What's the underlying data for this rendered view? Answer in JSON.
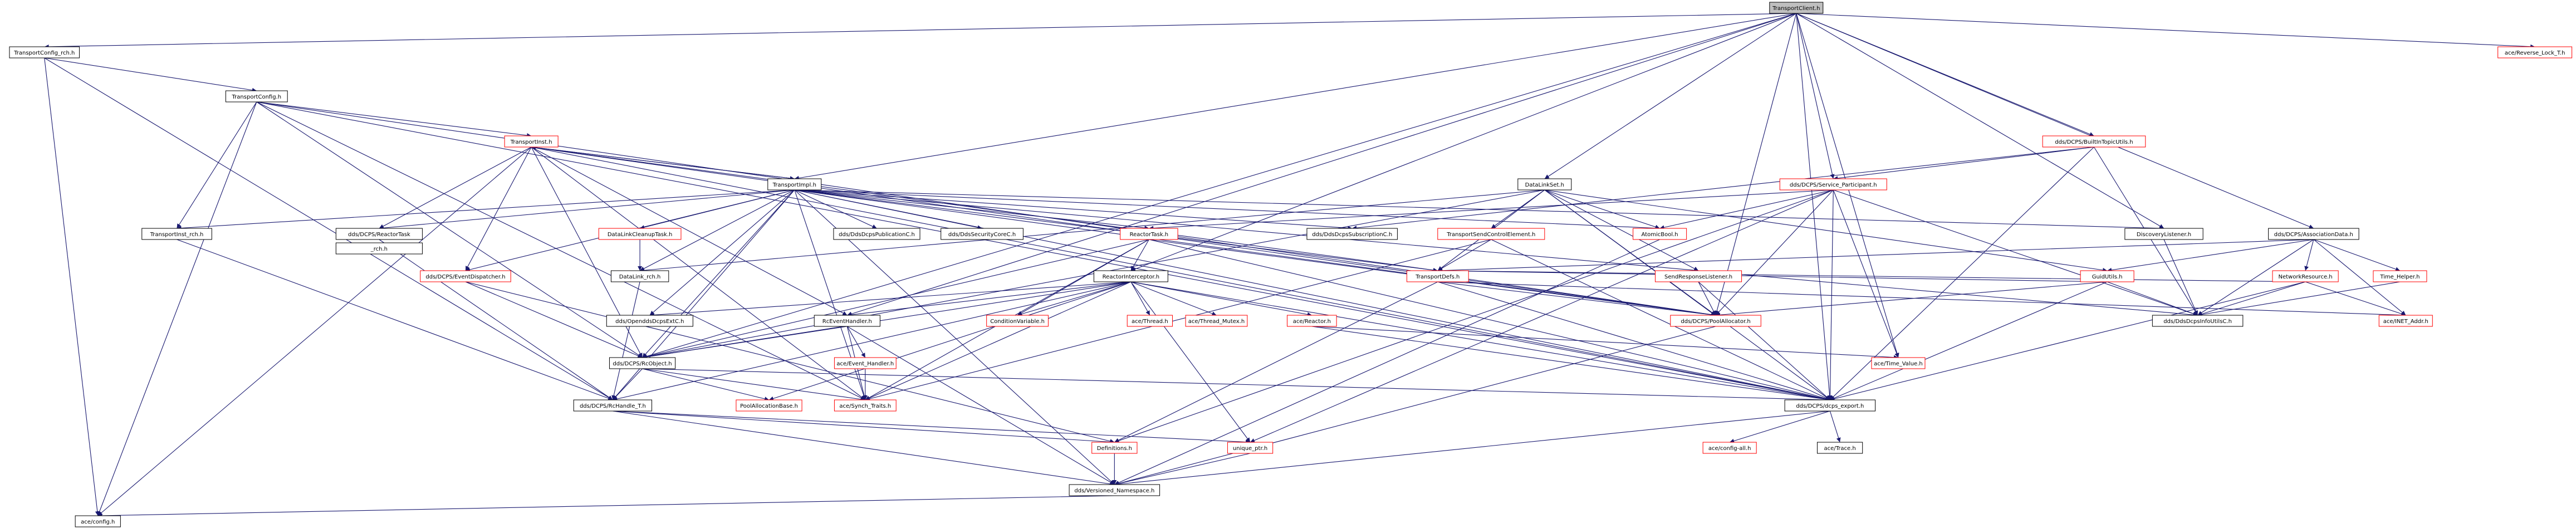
{
  "colors": {
    "edge": "#191970",
    "node_border": "#000000",
    "missing_border": "#ff0000",
    "root_fill": "#bfbfbf",
    "node_fill": "#ffffff"
  },
  "nodes": [
    {
      "id": "root",
      "label": "TransportClient.h",
      "kind": "root"
    },
    {
      "id": "tcfg_rch",
      "label": "TransportConfig_rch.h",
      "kind": "normal"
    },
    {
      "id": "tcfg",
      "label": "TransportConfig.h",
      "kind": "normal"
    },
    {
      "id": "tinst",
      "label": "TransportInst.h",
      "kind": "red"
    },
    {
      "id": "timpl",
      "label": "TransportImpl.h",
      "kind": "normal"
    },
    {
      "id": "tinst_rch",
      "label": "TransportInst_rch.h",
      "kind": "normal"
    },
    {
      "id": "rtask_rch_a",
      "label": "dds/DCPS/ReactorTask",
      "kind": "normal"
    },
    {
      "id": "rtask_rch_b",
      "label": "_rch.h",
      "kind": "normal"
    },
    {
      "id": "evdisp",
      "label": "dds/DCPS/EventDispatcher.h",
      "kind": "red"
    },
    {
      "id": "dlcleanup",
      "label": "DataLinkCleanupTask.h",
      "kind": "red"
    },
    {
      "id": "dl_rch",
      "label": "DataLink_rch.h",
      "kind": "normal"
    },
    {
      "id": "dcpspub",
      "label": "dds/DdsDcpsPublicationC.h",
      "kind": "normal"
    },
    {
      "id": "dcpssec",
      "label": "dds/DdsSecurityCoreC.h",
      "kind": "normal"
    },
    {
      "id": "dcpssub",
      "label": "dds/DdsDcpsSubscriptionC.h",
      "kind": "normal"
    },
    {
      "id": "rtask",
      "label": "ReactorTask.h",
      "kind": "red"
    },
    {
      "id": "rinter",
      "label": "ReactorInterceptor.h",
      "kind": "normal"
    },
    {
      "id": "openddsext",
      "label": "dds/OpenddsDcpsExtC.h",
      "kind": "normal"
    },
    {
      "id": "rcevent",
      "label": "RcEventHandler.h",
      "kind": "normal"
    },
    {
      "id": "rcobject",
      "label": "dds/DCPS/RcObject.h",
      "kind": "normal"
    },
    {
      "id": "rchandle",
      "label": "dds/DCPS/RcHandle_T.h",
      "kind": "normal"
    },
    {
      "id": "poolbase",
      "label": "PoolAllocationBase.h",
      "kind": "red"
    },
    {
      "id": "condvar",
      "label": "ConditionVariable.h",
      "kind": "red"
    },
    {
      "id": "acethread",
      "label": "ace/Thread.h",
      "kind": "red"
    },
    {
      "id": "acemutex",
      "label": "ace/Thread_Mutex.h",
      "kind": "red"
    },
    {
      "id": "acereactor",
      "label": "ace/Reactor.h",
      "kind": "red"
    },
    {
      "id": "aceevent",
      "label": "ace/Event_Handler.h",
      "kind": "red"
    },
    {
      "id": "acesynch",
      "label": "ace/Synch_Traits.h",
      "kind": "red"
    },
    {
      "id": "defs",
      "label": "Definitions.h",
      "kind": "red"
    },
    {
      "id": "uniqueptr",
      "label": "unique_ptr.h",
      "kind": "red"
    },
    {
      "id": "versioned",
      "label": "dds/Versioned_Namespace.h",
      "kind": "normal"
    },
    {
      "id": "aceconfig",
      "label": "ace/config.h",
      "kind": "normal"
    },
    {
      "id": "datalinkset",
      "label": "DataLinkSet.h",
      "kind": "normal"
    },
    {
      "id": "tsendctrl",
      "label": "TransportSendControlElement.h",
      "kind": "red"
    },
    {
      "id": "atomicbool",
      "label": "AtomicBool.h",
      "kind": "red"
    },
    {
      "id": "sendresp",
      "label": "SendResponseListener.h",
      "kind": "red"
    },
    {
      "id": "tdefs",
      "label": "TransportDefs.h",
      "kind": "red"
    },
    {
      "id": "poolalloc",
      "label": "dds/DCPS/PoolAllocator.h",
      "kind": "red"
    },
    {
      "id": "svcpart",
      "label": "dds/DCPS/Service_Participant.h",
      "kind": "red"
    },
    {
      "id": "builtin",
      "label": "dds/DCPS/BuiltInTopicUtils.h",
      "kind": "red"
    },
    {
      "id": "disclistener",
      "label": "DiscoveryListener.h",
      "kind": "normal"
    },
    {
      "id": "assocdata",
      "label": "dds/DCPS/AssociationData.h",
      "kind": "normal"
    },
    {
      "id": "guidutils",
      "label": "GuidUtils.h",
      "kind": "red"
    },
    {
      "id": "netres",
      "label": "NetworkResource.h",
      "kind": "red"
    },
    {
      "id": "timehelper",
      "label": "Time_Helper.h",
      "kind": "red"
    },
    {
      "id": "dcpsinfoutils",
      "label": "dds/DdsDcpsInfoUtilsC.h",
      "kind": "normal"
    },
    {
      "id": "inetaddr",
      "label": "ace/INET_Addr.h",
      "kind": "red"
    },
    {
      "id": "timevalue",
      "label": "ace/Time_Value.h",
      "kind": "red"
    },
    {
      "id": "dcpsexport",
      "label": "dds/DCPS/dcps_export.h",
      "kind": "normal"
    },
    {
      "id": "acecfgall",
      "label": "ace/config-all.h",
      "kind": "red"
    },
    {
      "id": "acetrace",
      "label": "ace/Trace.h",
      "kind": "normal"
    },
    {
      "id": "reverselock",
      "label": "ace/Reverse_Lock_T.h",
      "kind": "red"
    }
  ],
  "edges": [
    [
      "root",
      "tcfg_rch"
    ],
    [
      "root",
      "timpl"
    ],
    [
      "root",
      "datalinkset"
    ],
    [
      "root",
      "svcpart"
    ],
    [
      "root",
      "builtin"
    ],
    [
      "root",
      "disclistener"
    ],
    [
      "root",
      "assocdata"
    ],
    [
      "root",
      "reverselock"
    ],
    [
      "root",
      "rinter"
    ],
    [
      "root",
      "poolalloc"
    ],
    [
      "root",
      "dcpsexport"
    ],
    [
      "root",
      "timevalue"
    ],
    [
      "root",
      "rcevent"
    ],
    [
      "root",
      "rcobject"
    ],
    [
      "tcfg_rch",
      "tcfg"
    ],
    [
      "tcfg_rch",
      "rchandle"
    ],
    [
      "tcfg_rch",
      "aceconfig"
    ],
    [
      "tcfg",
      "tinst"
    ],
    [
      "tcfg",
      "tinst_rch"
    ],
    [
      "tcfg",
      "rcobject"
    ],
    [
      "tcfg",
      "poolalloc"
    ],
    [
      "tcfg",
      "aceconfig"
    ],
    [
      "tcfg",
      "dcpsexport"
    ],
    [
      "tcfg",
      "acesynch"
    ],
    [
      "tinst",
      "timpl"
    ],
    [
      "tinst",
      "rtask_rch_a"
    ],
    [
      "tinst",
      "evdisp"
    ],
    [
      "tinst",
      "rcobject"
    ],
    [
      "tinst",
      "rcevent"
    ],
    [
      "tinst",
      "poolalloc"
    ],
    [
      "tinst",
      "aceconfig"
    ],
    [
      "tinst",
      "dcpsexport"
    ],
    [
      "tinst",
      "tdefs"
    ],
    [
      "tinst",
      "acesynch"
    ],
    [
      "timpl",
      "tinst"
    ],
    [
      "timpl",
      "tinst_rch"
    ],
    [
      "timpl",
      "rtask_rch_a"
    ],
    [
      "timpl",
      "evdisp"
    ],
    [
      "timpl",
      "dlcleanup"
    ],
    [
      "timpl",
      "dl_rch"
    ],
    [
      "timpl",
      "dcpspub"
    ],
    [
      "timpl",
      "dcpssec"
    ],
    [
      "timpl",
      "dcpssub"
    ],
    [
      "timpl",
      "rtask"
    ],
    [
      "timpl",
      "openddsext"
    ],
    [
      "timpl",
      "rcobject"
    ],
    [
      "timpl",
      "rchandle"
    ],
    [
      "timpl",
      "tdefs"
    ],
    [
      "timpl",
      "atomicbool"
    ],
    [
      "timpl",
      "poolalloc"
    ],
    [
      "timpl",
      "dcpsexport"
    ],
    [
      "timpl",
      "acesynch"
    ],
    [
      "timpl",
      "disclistener"
    ],
    [
      "timpl",
      "dcpsinfoutils"
    ],
    [
      "timpl",
      "versioned"
    ],
    [
      "tinst_rch",
      "rchandle"
    ],
    [
      "rtask_rch_a",
      "rchandle"
    ],
    [
      "evdisp",
      "rcobject"
    ],
    [
      "evdisp",
      "defs"
    ],
    [
      "dlcleanup",
      "dl_rch"
    ],
    [
      "dl_rch",
      "rchandle"
    ],
    [
      "rtask",
      "rinter"
    ],
    [
      "rtask",
      "rcobject"
    ],
    [
      "rtask",
      "condvar"
    ],
    [
      "rtask",
      "poolalloc"
    ],
    [
      "rtask",
      "acesynch"
    ],
    [
      "rtask",
      "dcpsexport"
    ],
    [
      "rinter",
      "openddsext"
    ],
    [
      "rinter",
      "rcevent"
    ],
    [
      "rinter",
      "rcobject"
    ],
    [
      "rinter",
      "condvar"
    ],
    [
      "rinter",
      "acethread"
    ],
    [
      "rinter",
      "acemutex"
    ],
    [
      "rinter",
      "acereactor"
    ],
    [
      "rinter",
      "uniqueptr"
    ],
    [
      "rinter",
      "poolbase"
    ],
    [
      "rinter",
      "dcpsexport"
    ],
    [
      "rinter",
      "acesynch"
    ],
    [
      "rinter",
      "rchandle"
    ],
    [
      "rcevent",
      "aceevent"
    ],
    [
      "rcevent",
      "rcobject"
    ],
    [
      "rcevent",
      "acesynch"
    ],
    [
      "rcevent",
      "versioned"
    ],
    [
      "rcobject",
      "rchandle"
    ],
    [
      "rcobject",
      "poolbase"
    ],
    [
      "rcobject",
      "acesynch"
    ],
    [
      "rcobject",
      "dcpsexport"
    ],
    [
      "rchandle",
      "defs"
    ],
    [
      "rchandle",
      "versioned"
    ],
    [
      "rchandle",
      "uniqueptr"
    ],
    [
      "aceevent",
      "acesynch"
    ],
    [
      "acereactor",
      "timevalue"
    ],
    [
      "acereactor",
      "dcpsexport"
    ],
    [
      "defs",
      "versioned"
    ],
    [
      "uniqueptr",
      "versioned"
    ],
    [
      "versioned",
      "aceconfig"
    ],
    [
      "datalinkset",
      "tsendctrl"
    ],
    [
      "datalinkset",
      "tdefs"
    ],
    [
      "datalinkset",
      "poolalloc"
    ],
    [
      "datalinkset",
      "atomicbool"
    ],
    [
      "datalinkset",
      "sendresp"
    ],
    [
      "datalinkset",
      "dcpsexport"
    ],
    [
      "datalinkset",
      "rcobject"
    ],
    [
      "datalinkset",
      "dl_rch"
    ],
    [
      "datalinkset",
      "guidutils"
    ],
    [
      "tsendctrl",
      "tdefs"
    ],
    [
      "tsendctrl",
      "dcpsexport"
    ],
    [
      "tsendctrl",
      "acesynch"
    ],
    [
      "atomicbool",
      "versioned"
    ],
    [
      "sendresp",
      "poolalloc"
    ],
    [
      "sendresp",
      "dcpsexport"
    ],
    [
      "tdefs",
      "poolalloc"
    ],
    [
      "tdefs",
      "defs"
    ],
    [
      "tdefs",
      "dcpsexport"
    ],
    [
      "tdefs",
      "inetaddr"
    ],
    [
      "poolalloc",
      "versioned"
    ],
    [
      "svcpart",
      "poolalloc"
    ],
    [
      "svcpart",
      "atomicbool"
    ],
    [
      "svcpart",
      "dcpsinfoutils"
    ],
    [
      "svcpart",
      "dcpsexport"
    ],
    [
      "svcpart",
      "timevalue"
    ],
    [
      "svcpart",
      "uniqueptr"
    ],
    [
      "svcpart",
      "defs"
    ],
    [
      "svcpart",
      "rtask"
    ],
    [
      "builtin",
      "svcpart"
    ],
    [
      "builtin",
      "dcpsinfoutils"
    ],
    [
      "builtin",
      "dcpssub"
    ],
    [
      "builtin",
      "dcpsexport"
    ],
    [
      "disclistener",
      "dcpsinfoutils"
    ],
    [
      "assocdata",
      "guidutils"
    ],
    [
      "assocdata",
      "netres"
    ],
    [
      "assocdata",
      "timehelper"
    ],
    [
      "assocdata",
      "dcpsinfoutils"
    ],
    [
      "assocdata",
      "tdefs"
    ],
    [
      "assocdata",
      "inetaddr"
    ],
    [
      "guidutils",
      "dcpsinfoutils"
    ],
    [
      "guidutils",
      "dcpsexport"
    ],
    [
      "guidutils",
      "poolalloc"
    ],
    [
      "guidutils",
      "tdefs"
    ],
    [
      "netres",
      "inetaddr"
    ],
    [
      "netres",
      "dcpsexport"
    ],
    [
      "netres",
      "dcpsinfoutils"
    ],
    [
      "netres",
      "tdefs"
    ],
    [
      "timehelper",
      "dcpsinfoutils"
    ],
    [
      "dcpsexport",
      "acecfgall"
    ],
    [
      "dcpsexport",
      "acetrace"
    ],
    [
      "dcpsexport",
      "versioned"
    ]
  ]
}
